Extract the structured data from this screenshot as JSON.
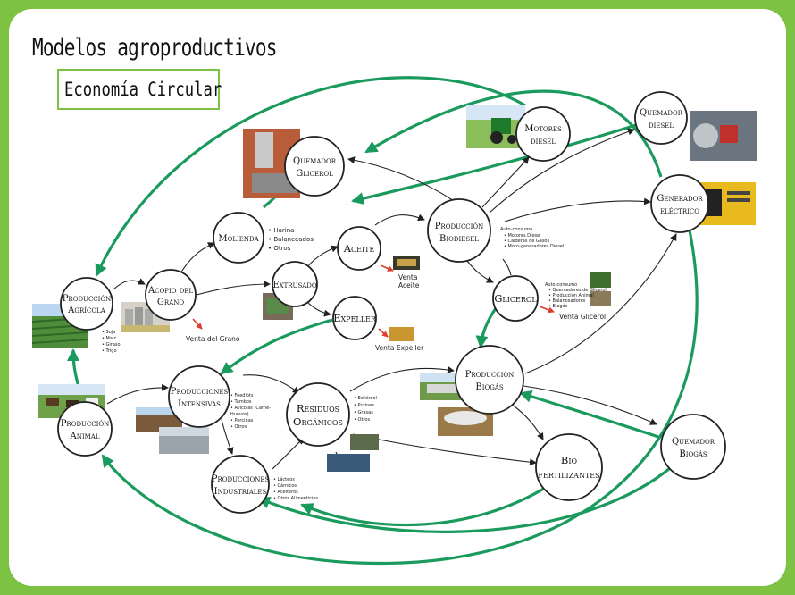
{
  "title": "Modelos agroproductivos",
  "subtitle": "Economía Circular",
  "nodes": {
    "produccion_agricola": [
      "Producción",
      "Agrícola"
    ],
    "acopio": [
      "Acopio del",
      "Grano"
    ],
    "molienda": [
      "Molienda"
    ],
    "extrusado": [
      "Extrusado"
    ],
    "aceite": [
      "Aceite"
    ],
    "expeller": [
      "Expeller"
    ],
    "quemador_glicerol": [
      "Quemador",
      "Glicerol"
    ],
    "produccion_biodiesel": [
      "Producción",
      "Biodiesel"
    ],
    "motores_diesel": [
      "Motores",
      "diesel"
    ],
    "quemador_diesel": [
      "Quemador",
      "diesel"
    ],
    "generador": [
      "Generador",
      "eléctrico"
    ],
    "glicerol": [
      "Glicerol"
    ],
    "produccion_animal": [
      "Producción",
      "Animal"
    ],
    "producciones_intensivas": [
      "Producciones",
      "Intensivas"
    ],
    "residuos": [
      "Residuos",
      "Orgánicos"
    ],
    "produccion_biogas": [
      "Producción",
      "Biogás"
    ],
    "producciones_industriales": [
      "Producciones",
      "Industriales"
    ],
    "biofertilizantes": [
      "Bio",
      "fertilizantes"
    ],
    "quemador_biogas": [
      "Quemador",
      "Biogás"
    ]
  },
  "lists": {
    "agricola": [
      "• Soja",
      "• Maíz",
      "• Girasol",
      "• Trigo"
    ],
    "molienda": [
      "• Harina",
      "• Balanceados",
      "• Otros"
    ],
    "intensivas": [
      "• Feedlots",
      "• Tambos",
      "• Avícolas (Carne-",
      "  Huevos)",
      "• Porcinas",
      "• Otros"
    ],
    "residuos": [
      "• Estiércol",
      "• Purines",
      "• Grasas",
      "• Otros"
    ],
    "industriales": [
      "• Lácteos",
      "• Cárnicos",
      "• Aceiteros",
      "• Otros Alimenticios"
    ],
    "biodiesel_auto": [
      "Auto-consumo",
      "• Motores Diesel",
      "• Calderas de Gasoil",
      "• Moto-generadores Diesel"
    ],
    "glicerol_auto": [
      "Auto-consumo",
      "• Quemadores de Glicerol",
      "• Producción Animal",
      "• Balanceadores",
      "• Biogás"
    ]
  },
  "sales": {
    "grano": "Venta del Grano",
    "aceite": [
      "Venta",
      "Aceite"
    ],
    "expeller": "Venta Expeller",
    "glicerol": "Venta Glicerol"
  },
  "colors": {
    "green": "#1a9a5c",
    "frame": "#7dc242",
    "arrow": "#222222",
    "red": "#e03c2c"
  }
}
